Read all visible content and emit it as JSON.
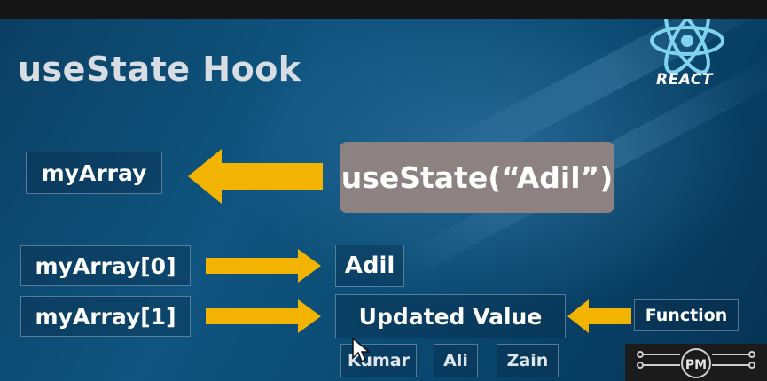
{
  "slide": {
    "title": "useState Hook",
    "brand_label": "REACT",
    "brand_icon": "react-atom-icon",
    "usestate_call": "useState(“Adil”)",
    "array_label": "myArray",
    "rows": [
      {
        "left": "myArray[0]",
        "right": "Adil"
      },
      {
        "left": "myArray[1]",
        "right": "Updated Value",
        "source": "Function"
      }
    ],
    "options": [
      "Kumar",
      "Ali",
      "Zain"
    ],
    "colors": {
      "arrow": "#f2b400",
      "usestate_box": "#8d8282",
      "title": "#d8dde3"
    }
  }
}
